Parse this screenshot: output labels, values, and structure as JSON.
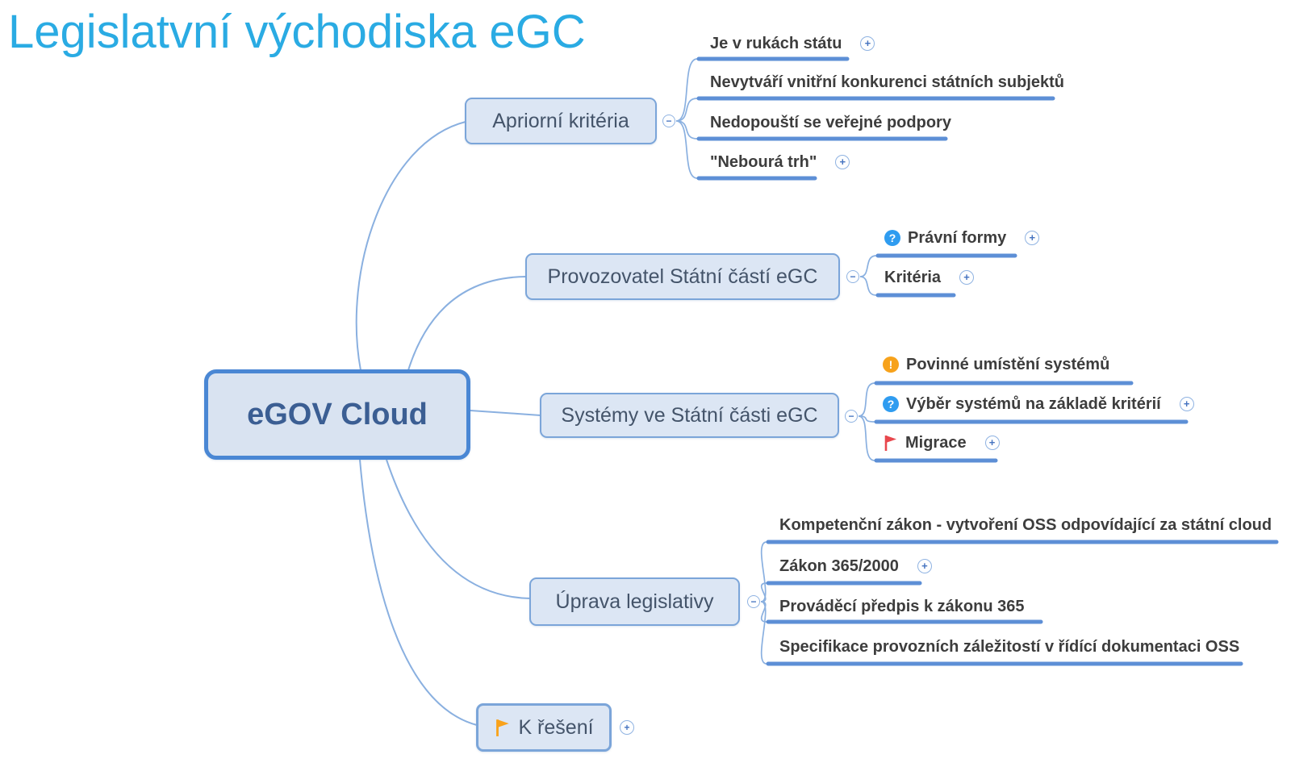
{
  "page": {
    "title": "Legislatvní východiska eGC"
  },
  "root": {
    "label": "eGOV Cloud"
  },
  "branches": [
    {
      "label": "Apriorní kritéria",
      "children": [
        {
          "label": "Je v rukách státu",
          "expandable": true
        },
        {
          "label": "Nevytváří vnitřní konkurenci státních subjektů",
          "expandable": false
        },
        {
          "label": "Nedopouští se veřejné podpory",
          "expandable": false
        },
        {
          "label": "\"Nebourá trh\"",
          "expandable": true
        }
      ]
    },
    {
      "label": "Provozovatel Státní částí eGC",
      "children": [
        {
          "label": "Právní formy",
          "icon": "question",
          "expandable": true
        },
        {
          "label": "Kritéria",
          "expandable": true
        }
      ]
    },
    {
      "label": "Systémy ve Státní části eGC",
      "children": [
        {
          "label": "Povinné umístění systémů",
          "icon": "warning",
          "expandable": false
        },
        {
          "label": "Výběr systémů na základě kritérií",
          "icon": "question",
          "expandable": true
        },
        {
          "label": "Migrace",
          "icon": "flag-red",
          "expandable": true
        }
      ]
    },
    {
      "label": "Úprava legislativy",
      "children": [
        {
          "label": "Kompetenční zákon - vytvoření OSS odpovídající za státní cloud",
          "expandable": false
        },
        {
          "label": "Zákon 365/2000",
          "expandable": true
        },
        {
          "label": "Prováděcí předpis k zákonu 365",
          "expandable": false
        },
        {
          "label": "Specifikace provozních záležitostí v řídící dokumentaci OSS",
          "expandable": false
        }
      ]
    },
    {
      "label": "K řešení",
      "icon": "flag-orange",
      "expandable": true
    }
  ],
  "glyphs": {
    "expand": "+",
    "collapse": "−",
    "question": "?",
    "warning": "!"
  },
  "colors": {
    "title": "#2aabe3",
    "branch_line": "#5d8fd6",
    "connector": "#8ab0e0",
    "node_fill": "#dce6f4",
    "node_border": "#7ba5d9",
    "node_text": "#44546a",
    "root_border": "#4a87d4",
    "child_text": "#3d3d3d",
    "question_icon": "#2f9cf0",
    "warning_icon": "#f7a21b",
    "flag_red": "#e8474d",
    "flag_orange": "#f9a21b"
  }
}
